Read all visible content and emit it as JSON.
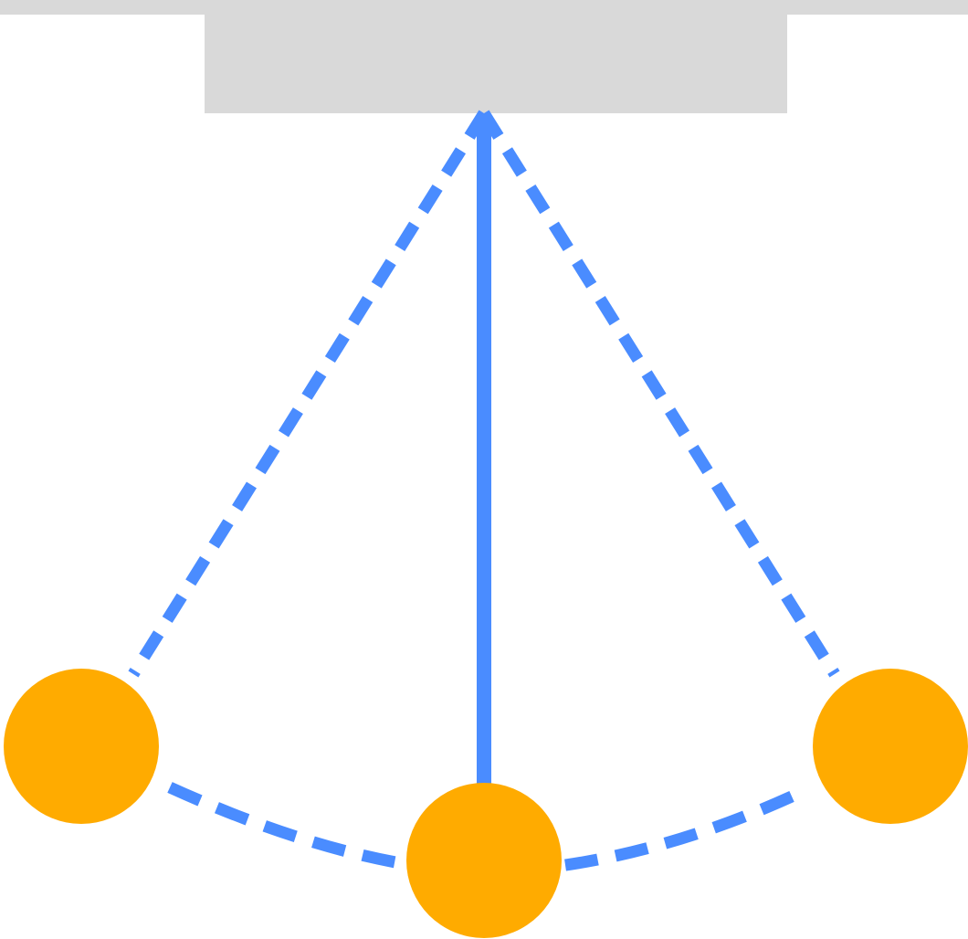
{
  "diagram": {
    "subject": "pendulum",
    "colors": {
      "support": "#d9d9d9",
      "string": "#4a8cff",
      "bob": "#ffab00",
      "background": "#ffffff"
    },
    "parts": {
      "ceiling_bar": {
        "icon": "ceiling-bar"
      },
      "support_block": {
        "icon": "support-block"
      },
      "pivot": {
        "icon": "pivot-point"
      },
      "rest_string": {
        "icon": "solid-line",
        "style": "solid"
      },
      "swing_strings": {
        "icon": "dashed-line",
        "style": "dashed"
      },
      "swing_arc": {
        "icon": "dashed-arc",
        "style": "dashed"
      },
      "bobs": [
        {
          "position": "left",
          "icon": "circle"
        },
        {
          "position": "center",
          "icon": "circle"
        },
        {
          "position": "right",
          "icon": "circle"
        }
      ]
    }
  }
}
